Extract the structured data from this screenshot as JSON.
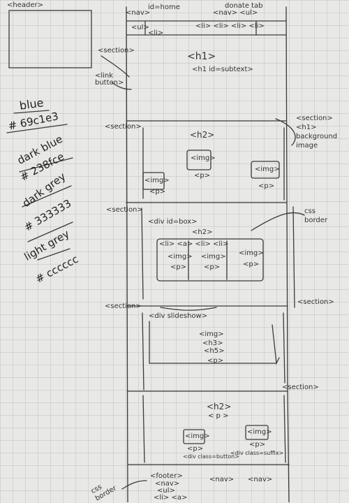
{
  "labels": {
    "header": "<header>",
    "nav_top_left": "<nav>",
    "home_note": "id=home",
    "nav_top_right": "<nav> <ul>",
    "donate_tab": "donate tab",
    "ul_left": "<ul>",
    "li_left": "<li>",
    "li_row": "<li>   <li>  <li>  <li>",
    "section_top": "<section>",
    "h1": "<h1>",
    "h1_subtext": "<h1 id=subtext>",
    "link_button": "<link button>",
    "section_2": "<section>",
    "section_2_right": "<section> <h1> background image",
    "s2_h2": "<h2>",
    "s2_img_center": "<img>",
    "s2_p_center": "<p>",
    "s2_img_left": "<img>",
    "s2_p_left": "<p>",
    "s2_img_right": "<img>",
    "s2_p_right": "<p>",
    "section_3": "<section>",
    "div_box": "<div id=box>",
    "css_border": "css border",
    "s3_h2": "<h2>",
    "s3_cols": "<li> <a>   <li>   <li>",
    "s3_img1": "<img>",
    "s3_p1": "<p>",
    "s3_img2": "<img>",
    "s3_p2": "<p>",
    "s3_img3": "<img>",
    "s3_p3": "<p>",
    "section_4": "<section>",
    "section_4_right": "<section>",
    "div_slideshow": "<div slideshow>",
    "s4_img": "<img>",
    "s4_h3": "<h3>",
    "s4_h5": "<h5>",
    "s4_p": "<p>",
    "section_5": "<section>",
    "s5_h2": "<h2>",
    "s5_p": "< p >",
    "s5_img_left": "<img>",
    "s5_p_left": "<p>",
    "s5_div_left": "<div class=button>",
    "s5_img_right": "<img>",
    "s5_p_right": "<p>",
    "s5_div_right": "<div class=suffix>",
    "footer": "<footer>",
    "footer_nav1": "<nav>",
    "footer_nav2": "<nav>",
    "footer_nav3": "<nav>",
    "footer_ul": "<ul>",
    "footer_li": "<li> <a>",
    "css_border_bottom": "css border"
  },
  "color_notes": [
    {
      "name": "blue",
      "value": "# 69c1e3"
    },
    {
      "name": "dark blue",
      "value": "# 238fce"
    },
    {
      "name": "dark grey",
      "value": "# 333333"
    },
    {
      "name": "light grey",
      "value": "# cccccc"
    }
  ],
  "colors": {
    "ink": "#2a2a2a",
    "paper": "#e8e8e6",
    "grid": "#b8b8b8"
  }
}
